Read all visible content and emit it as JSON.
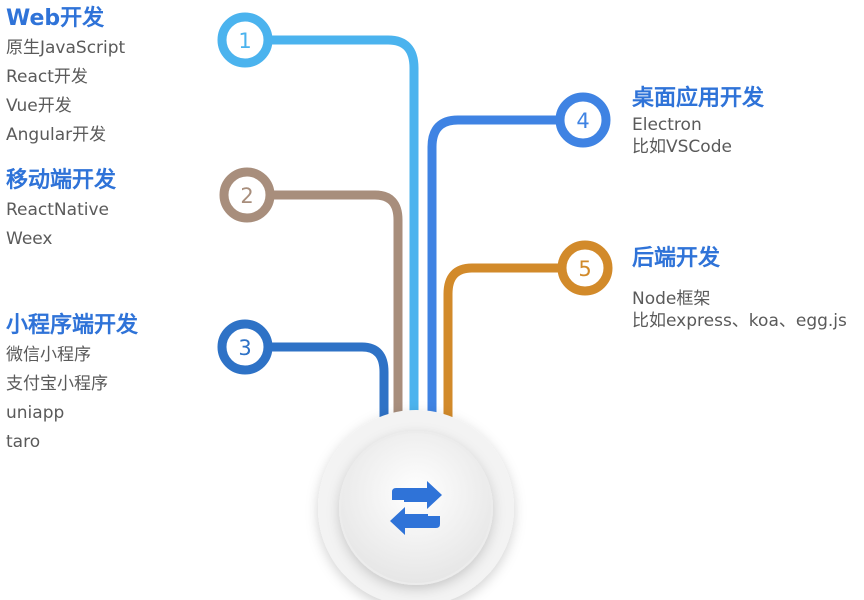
{
  "center": {
    "icon": "repeat-icon",
    "color": "#2f73d8"
  },
  "colors": {
    "title": "#2f73d8",
    "text": "#5a5a5a",
    "b1": "#4bb3ee",
    "b2": "#a88e7c",
    "b3": "#2e72c6",
    "b4": "#3f83e3",
    "b5": "#d28a2a"
  },
  "branches": [
    {
      "num": "1"
    },
    {
      "num": "2"
    },
    {
      "num": "3"
    },
    {
      "num": "4"
    },
    {
      "num": "5"
    }
  ],
  "groups": {
    "web": {
      "title": "Web开发",
      "items": [
        "原生JavaScript",
        "React开发",
        "Vue开发",
        "Angular开发"
      ]
    },
    "mobile": {
      "title": "移动端开发",
      "items": [
        "ReactNative",
        "Weex"
      ]
    },
    "mini": {
      "title": "小程序端开发",
      "items": [
        "微信小程序",
        "支付宝小程序",
        "uniapp",
        "taro"
      ]
    },
    "desktop": {
      "title": "桌面应用开发",
      "items": [
        "Electron",
        "比如VSCode"
      ]
    },
    "backend": {
      "title": "后端开发",
      "items": [
        "Node框架",
        "比如express、koa、egg.js"
      ]
    }
  }
}
